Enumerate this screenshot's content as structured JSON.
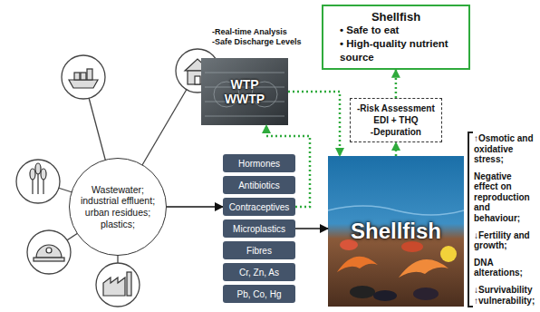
{
  "diagram": {
    "nodes": [
      {
        "text": [
          "Wastewater; industrial effluent; urban residues; plastics;"
        ]
      },
      {
        "text": [
          "Hormones"
        ]
      },
      {
        "text": [
          "Antibiotics"
        ]
      },
      {
        "text": [
          "Contraceptives"
        ]
      },
      {
        "text": [
          "Microplastics"
        ]
      },
      {
        "text": [
          "Fibres"
        ]
      },
      {
        "text": [
          "Cr, Zn, As"
        ]
      },
      {
        "text": [
          "Pb, Co, Hg"
        ]
      },
      {
        "text": [
          "WTP",
          "WWTP"
        ]
      },
      {
        "text": [
          "Shellfish"
        ]
      },
      {
        "text": [
          "-Risk Assessment",
          "EDI + THQ",
          "-Depuration"
        ]
      },
      {
        "text": [
          "Shellfish",
          "• Safe to eat",
          "• High-quality nutrient source"
        ]
      }
    ],
    "edges": [
      {
        "from": 0,
        "to": 3,
        "arrow": "to"
      },
      {
        "from": 4,
        "to": 9,
        "arrow": "to"
      },
      {
        "from": 3,
        "to": 8,
        "arrow": "to"
      },
      {
        "from": 8,
        "to": 9,
        "arrow": "to"
      },
      {
        "from": 9,
        "to": 10,
        "arrow": "to"
      },
      {
        "from": 10,
        "to": 11,
        "arrow": "to"
      }
    ],
    "labels": [
      "-Real-time Analysis",
      "-Safe Discharge Levels",
      "↑Osmotic and oxidative stress;",
      "Negative effect on reproduction and behaviour;",
      "↓Fertility and growth;",
      "DNA alterations;",
      "↓Survivability ↑vulnerability;"
    ]
  }
}
